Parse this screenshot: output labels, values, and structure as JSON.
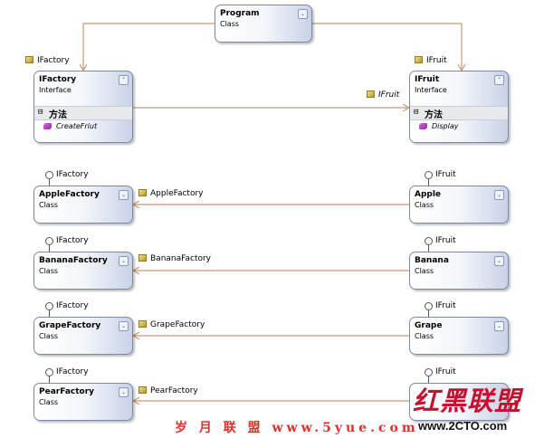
{
  "program": {
    "name": "Program",
    "kind": "Class"
  },
  "factory_iface": {
    "tag": "IFactory",
    "name": "IFactory",
    "kind": "Interface",
    "section": "方法",
    "method": "CreateFriut"
  },
  "fruit_iface": {
    "tag": "IFruit",
    "name": "IFruit",
    "kind": "Interface",
    "section": "方法",
    "method": "Display"
  },
  "assoc_label": "IFruit",
  "factories": [
    {
      "iface": "IFactory",
      "name": "AppleFactory",
      "kind": "Class"
    },
    {
      "iface": "IFactory",
      "name": "BananaFactory",
      "kind": "Class"
    },
    {
      "iface": "IFactory",
      "name": "GrapeFactory",
      "kind": "Class"
    },
    {
      "iface": "IFactory",
      "name": "PearFactory",
      "kind": "Class"
    }
  ],
  "fruits": [
    {
      "iface": "IFruit",
      "name": "Apple",
      "kind": "Class"
    },
    {
      "iface": "IFruit",
      "name": "Banana",
      "kind": "Class"
    },
    {
      "iface": "IFruit",
      "name": "Grape",
      "kind": "Class"
    },
    {
      "iface": "IFruit",
      "name": "",
      "kind": ""
    }
  ],
  "links": [
    "AppleFactory",
    "BananaFactory",
    "GrapeFactory",
    "PearFactory"
  ],
  "watermark": {
    "left": "岁 月 联 盟  www.5yue.com",
    "logo": "红黑联盟",
    "url": "www.2CTO.com"
  },
  "colors": {
    "connector": "#c89878",
    "shape_border": "#7a8aa8",
    "watermark_red": "#e0302a"
  }
}
